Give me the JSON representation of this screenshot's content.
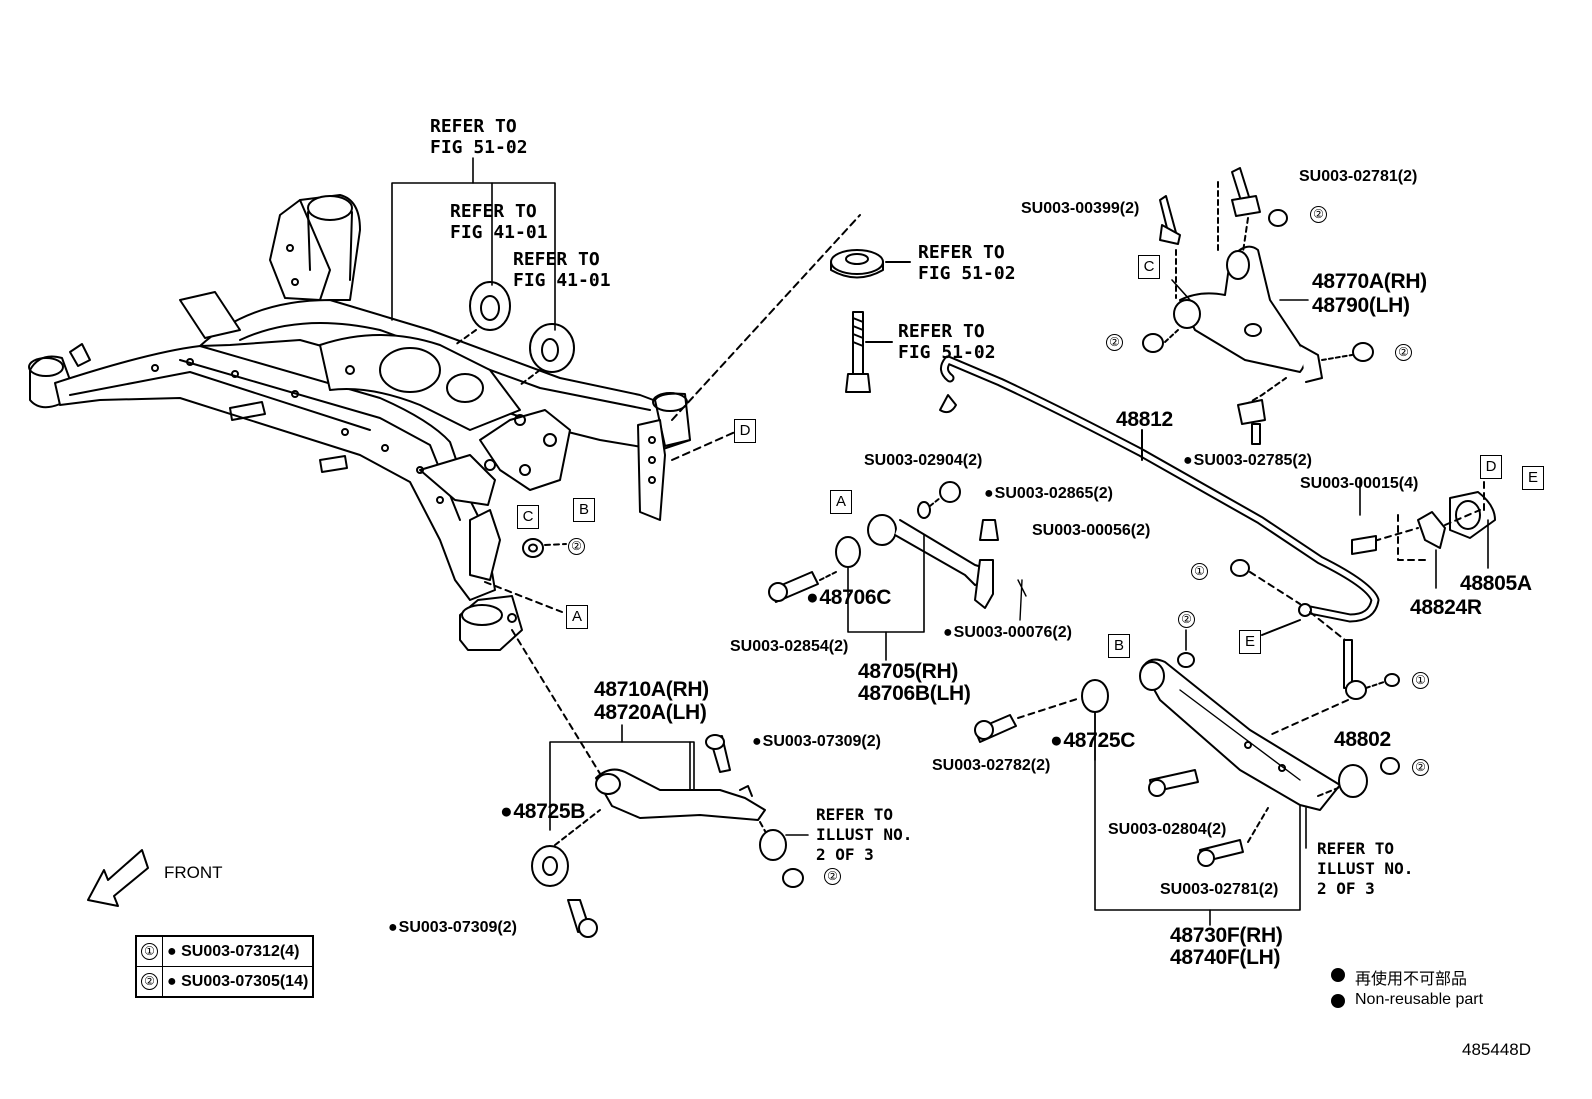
{
  "diagram_id": "485448D",
  "refs": {
    "fig_51_02_top": [
      "REFER TO",
      "FIG 51-02"
    ],
    "fig_41_01_a": [
      "REFER TO",
      "FIG 41-01"
    ],
    "fig_41_01_b": [
      "REFER TO",
      "FIG 41-01"
    ],
    "fig_51_02_mount": [
      "REFER TO",
      "FIG 51-02"
    ],
    "fig_51_02_bolt": [
      "REFER TO",
      "FIG 51-02"
    ],
    "illust_left": [
      "REFER TO",
      "ILLUST NO.",
      "2 OF 3"
    ],
    "illust_right": [
      "REFER TO",
      "ILLUST NO.",
      "2 OF 3"
    ]
  },
  "parts": {
    "p48770": [
      "48770A(RH)",
      "48790(LH)"
    ],
    "p48812": "48812",
    "p48705": [
      "48705(RH)",
      "48706B(LH)"
    ],
    "p48706c": "48706C",
    "p48710": [
      "48710A(RH)",
      "48720A(LH)"
    ],
    "p48725b": "48725B",
    "p48725c": "48725C",
    "p48805a": "48805A",
    "p48824r": "48824R",
    "p48802": "48802",
    "p48730": [
      "48730F(RH)",
      "48740F(LH)"
    ]
  },
  "fasteners": {
    "f02781_top": "SU003-02781(2)",
    "f00399": "SU003-00399(2)",
    "f02785": "SU003-02785(2)",
    "f02904": "SU003-02904(2)",
    "f02865": "SU003-02865(2)",
    "f00056": "SU003-00056(2)",
    "f00015": "SU003-00015(4)",
    "f00076": "SU003-00076(2)",
    "f02854": "SU003-02854(2)",
    "f07309_a": "SU003-07309(2)",
    "f07309_b": "SU003-07309(2)",
    "f02782": "SU003-02782(2)",
    "f02804": "SU003-02804(2)",
    "f02781_bot": "SU003-02781(2)"
  },
  "callouts": {
    "one": "①",
    "two": "②"
  },
  "boxes": {
    "A": "A",
    "B": "B",
    "C": "C",
    "D": "D",
    "E": "E"
  },
  "front": "FRONT",
  "key_table": [
    {
      "num": "①",
      "part": "SU003-07312(4)"
    },
    {
      "num": "②",
      "part": "SU003-07305(14)"
    }
  ],
  "legend": {
    "jp": "再使用不可部品",
    "en": "Non-reusable part"
  }
}
